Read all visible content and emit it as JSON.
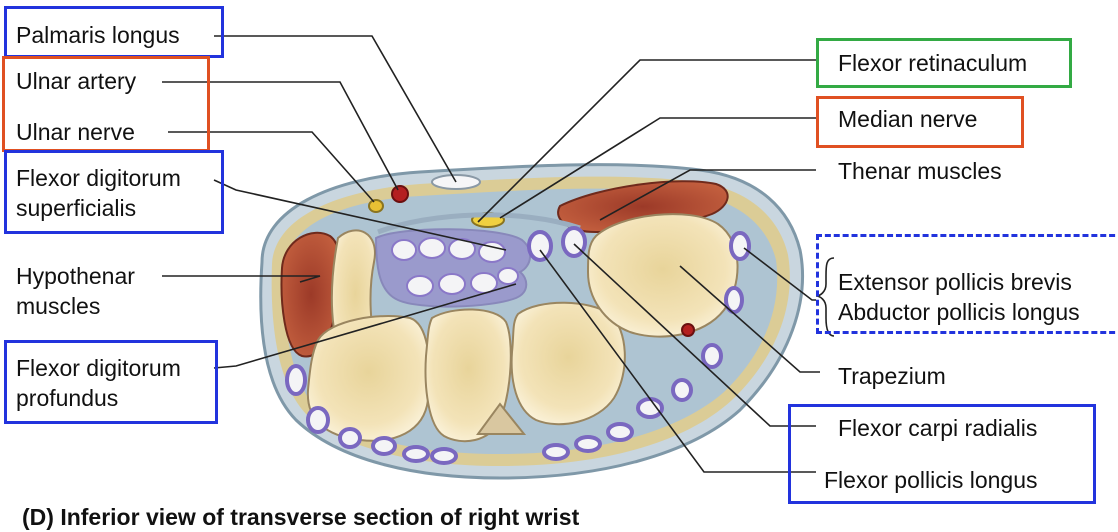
{
  "labels": {
    "palmaris_longus": "Palmaris longus",
    "ulnar_artery": "Ulnar artery",
    "ulnar_nerve": "Ulnar nerve",
    "fds_line1": "Flexor digitorum",
    "fds_line2": "superficialis",
    "hypothenar_line1": "Hypothenar",
    "hypothenar_line2": "muscles",
    "fdp_line1": "Flexor digitorum",
    "fdp_line2": "profundus",
    "flexor_retinaculum": "Flexor retinaculum",
    "median_nerve": "Median nerve",
    "thenar_muscles": "Thenar muscles",
    "extensor_pollicis_brevis": "Extensor pollicis brevis",
    "abductor_pollicis_longus": "Abductor pollicis longus",
    "trapezium": "Trapezium",
    "flexor_carpi_radialis": "Flexor carpi radialis",
    "flexor_pollicis_longus": "Flexor pollicis longus"
  },
  "caption": "(D) Inferior view of transverse section of right wrist",
  "colors": {
    "blue_box": "#2233dd",
    "red_box": "#e05022",
    "green_box": "#33aa44",
    "bone": "#efdcae",
    "tendon_sheath": "#8a78c8",
    "muscle": "#a8422e",
    "fat": "#e8c34a",
    "connective": "#9db8c8"
  }
}
